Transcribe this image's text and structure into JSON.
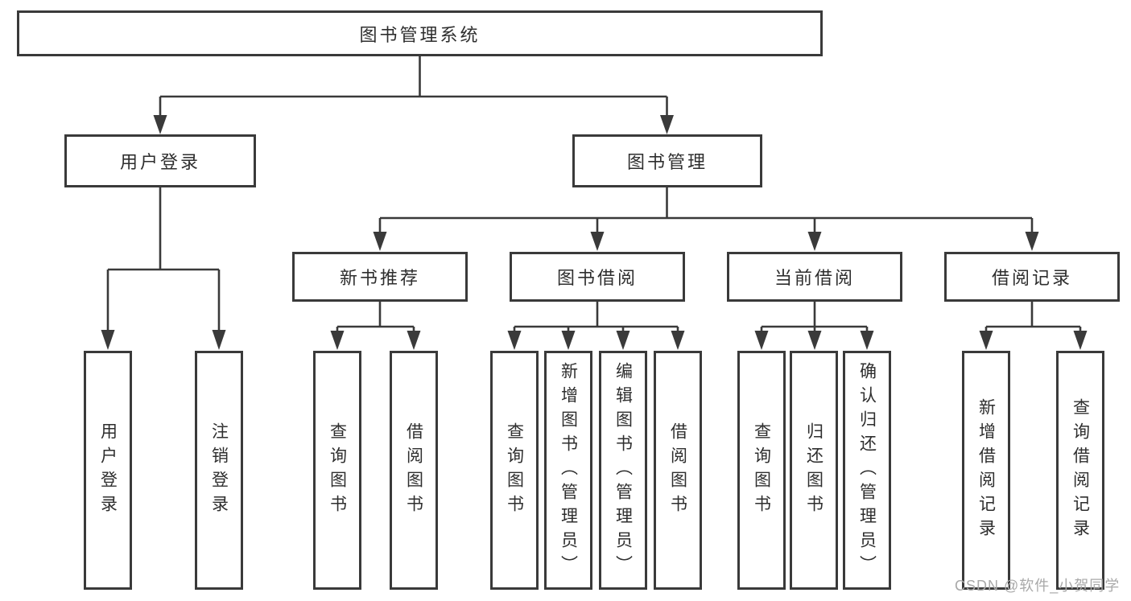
{
  "colors": {
    "line": "#3a3a3a",
    "box_border": "#3a3a3a",
    "text": "#2e2e2e",
    "watermark": "#a9a9a9",
    "background": "#ffffff"
  },
  "diagram": {
    "root": {
      "label": "图书管理系统"
    },
    "level2": [
      {
        "label": "用户登录"
      },
      {
        "label": "图书管理"
      }
    ],
    "login_children": [
      {
        "label": "用户登录"
      },
      {
        "label": "注销登录"
      }
    ],
    "level3": [
      {
        "label": "新书推荐"
      },
      {
        "label": "图书借阅"
      },
      {
        "label": "当前借阅"
      },
      {
        "label": "借阅记录"
      }
    ],
    "recommend_children": [
      {
        "label": "查询图书"
      },
      {
        "label": "借阅图书"
      }
    ],
    "borrow_children": [
      {
        "label": "查询图书"
      },
      {
        "label": "新增图书（管理员）"
      },
      {
        "label": "编辑图书（管理员）"
      },
      {
        "label": "借阅图书"
      }
    ],
    "current_children": [
      {
        "label": "查询图书"
      },
      {
        "label": "归还图书"
      },
      {
        "label": "确认归还（管理员）"
      }
    ],
    "records_children": [
      {
        "label": "新增借阅记录"
      },
      {
        "label": "查询借阅记录"
      }
    ]
  },
  "watermark": {
    "text": "CSDN @软件_小贺同学"
  }
}
